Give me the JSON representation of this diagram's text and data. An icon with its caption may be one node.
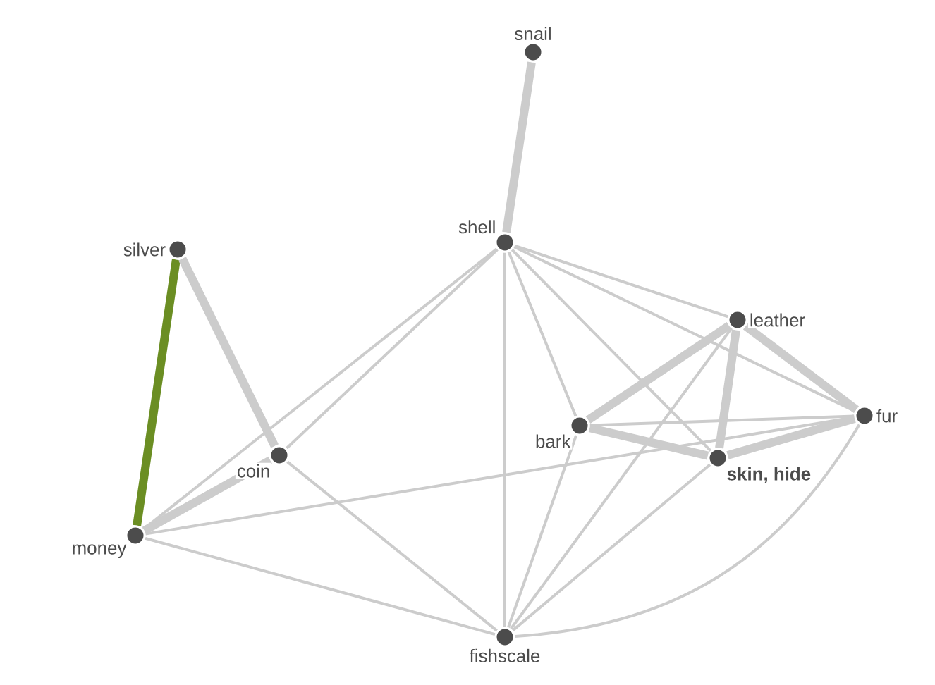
{
  "diagram": {
    "nodes": [
      {
        "text": [
          "snail"
        ]
      },
      {
        "text": [
          "shell"
        ]
      },
      {
        "text": [
          "silver"
        ]
      },
      {
        "text": [
          "leather"
        ]
      },
      {
        "text": [
          "fur"
        ]
      },
      {
        "text": [
          "bark"
        ]
      },
      {
        "text": [
          "coin"
        ]
      },
      {
        "text": [
          "skin, hide"
        ]
      },
      {
        "text": [
          "money"
        ]
      },
      {
        "text": [
          "fishscale"
        ]
      }
    ],
    "edges": [
      {
        "from": 0,
        "to": 1,
        "arrow": "none",
        "style": "thick"
      },
      {
        "from": 2,
        "to": 8,
        "arrow": "none",
        "style": "thick",
        "color": "#6b8e23"
      },
      {
        "from": 2,
        "to": 6,
        "arrow": "none",
        "style": "thick"
      },
      {
        "from": 8,
        "to": 6,
        "arrow": "none",
        "style": "thick"
      },
      {
        "from": 8,
        "to": 1,
        "arrow": "none"
      },
      {
        "from": 6,
        "to": 1,
        "arrow": "none"
      },
      {
        "from": 8,
        "to": 4,
        "arrow": "none"
      },
      {
        "from": 8,
        "to": 9,
        "arrow": "none"
      },
      {
        "from": 6,
        "to": 9,
        "arrow": "none"
      },
      {
        "from": 1,
        "to": 9,
        "arrow": "none"
      },
      {
        "from": 1,
        "to": 5,
        "arrow": "none"
      },
      {
        "from": 1,
        "to": 7,
        "arrow": "none"
      },
      {
        "from": 1,
        "to": 3,
        "arrow": "none"
      },
      {
        "from": 1,
        "to": 4,
        "arrow": "none"
      },
      {
        "from": 5,
        "to": 3,
        "arrow": "none",
        "style": "thick"
      },
      {
        "from": 5,
        "to": 7,
        "arrow": "none",
        "style": "thick"
      },
      {
        "from": 5,
        "to": 4,
        "arrow": "none"
      },
      {
        "from": 3,
        "to": 7,
        "arrow": "none",
        "style": "thick"
      },
      {
        "from": 3,
        "to": 4,
        "arrow": "none",
        "style": "thick"
      },
      {
        "from": 7,
        "to": 4,
        "arrow": "none",
        "style": "thick"
      },
      {
        "from": 3,
        "to": 9,
        "arrow": "none"
      },
      {
        "from": 5,
        "to": 9,
        "arrow": "none"
      },
      {
        "from": 7,
        "to": 9,
        "arrow": "none"
      },
      {
        "from": 4,
        "to": 9,
        "arrow": "none"
      }
    ]
  }
}
